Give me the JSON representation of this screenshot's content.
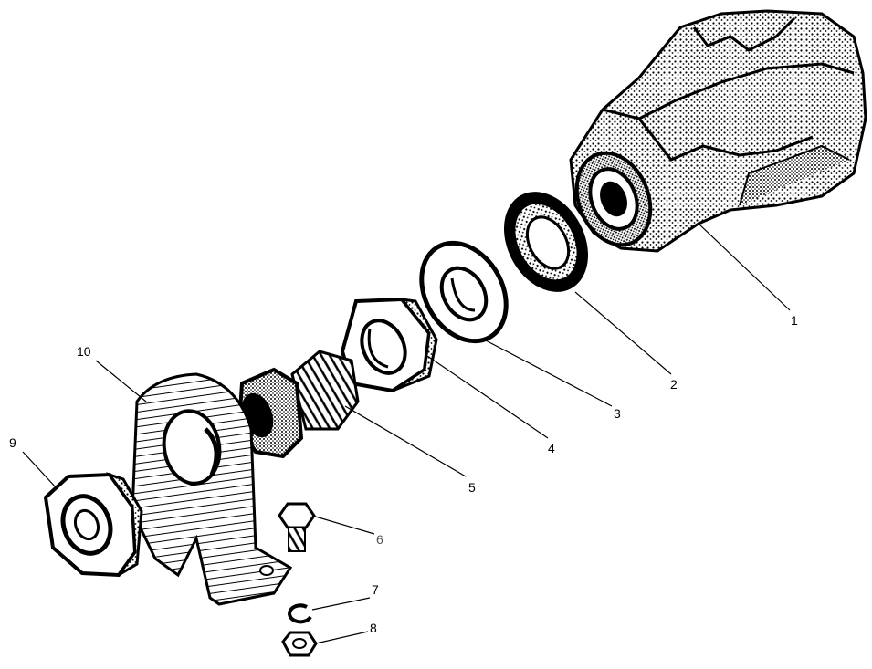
{
  "diagram": {
    "type": "exploded-assembly",
    "callouts": [
      {
        "id": "1",
        "text": "1"
      },
      {
        "id": "2",
        "text": "2"
      },
      {
        "id": "3",
        "text": "3"
      },
      {
        "id": "4",
        "text": "4"
      },
      {
        "id": "5",
        "text": "5"
      },
      {
        "id": "6",
        "text": "6"
      },
      {
        "id": "7",
        "text": "7"
      },
      {
        "id": "8",
        "text": "8"
      },
      {
        "id": "9",
        "text": "9"
      },
      {
        "id": "10",
        "text": "10"
      }
    ]
  }
}
